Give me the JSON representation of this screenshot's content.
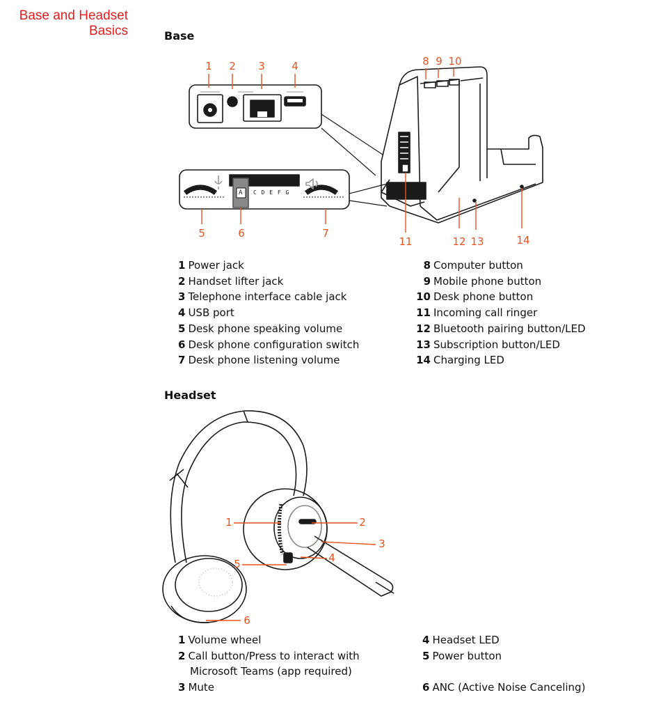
{
  "chapter_title": [
    "Base and Headset",
    "Basics"
  ],
  "base": {
    "heading": "Base",
    "callouts": [
      "1",
      "2",
      "3",
      "4",
      "5",
      "6",
      "7",
      "8",
      "9",
      "10",
      "11",
      "12",
      "13",
      "14"
    ],
    "switch_letters": "C D E F G",
    "switch_selected": "A",
    "legend_left": [
      {
        "num": "1",
        "label": "Power jack"
      },
      {
        "num": "2",
        "label": "Handset lifter jack"
      },
      {
        "num": "3",
        "label": "Telephone interface cable jack"
      },
      {
        "num": "4",
        "label": "USB port"
      },
      {
        "num": "5",
        "label": "Desk phone speaking volume"
      },
      {
        "num": "6",
        "label": "Desk phone configuration switch"
      },
      {
        "num": "7",
        "label": "Desk phone listening volume"
      }
    ],
    "legend_right": [
      {
        "num": "8",
        "label": "Computer button"
      },
      {
        "num": "9",
        "label": "Mobile phone button"
      },
      {
        "num": "10",
        "label": "Desk phone button"
      },
      {
        "num": "11",
        "label": "Incoming call ringer"
      },
      {
        "num": "12",
        "label": "Bluetooth pairing button/LED"
      },
      {
        "num": "13",
        "label": "Subscription button/LED"
      },
      {
        "num": "14",
        "label": "Charging LED"
      }
    ]
  },
  "headset": {
    "heading": "Headset",
    "callouts": [
      "1",
      "2",
      "3",
      "4",
      "5",
      "6"
    ],
    "legend_left": [
      {
        "num": "1",
        "label": "Volume wheel"
      },
      {
        "num": "2",
        "label": "Call button/Press to interact with",
        "cont": "Microsoft Teams (app required)"
      },
      {
        "num": "3",
        "label": "Mute"
      }
    ],
    "legend_right": [
      {
        "num": "4",
        "label": "Headset LED"
      },
      {
        "num": "5",
        "label": "Power button"
      },
      {
        "num": "6",
        "label": "ANC (Active Noise Canceling)"
      }
    ]
  },
  "colors": {
    "callout": "#e8531e",
    "chapter_title": "#e02020",
    "line_art": "#1a1a1a"
  }
}
